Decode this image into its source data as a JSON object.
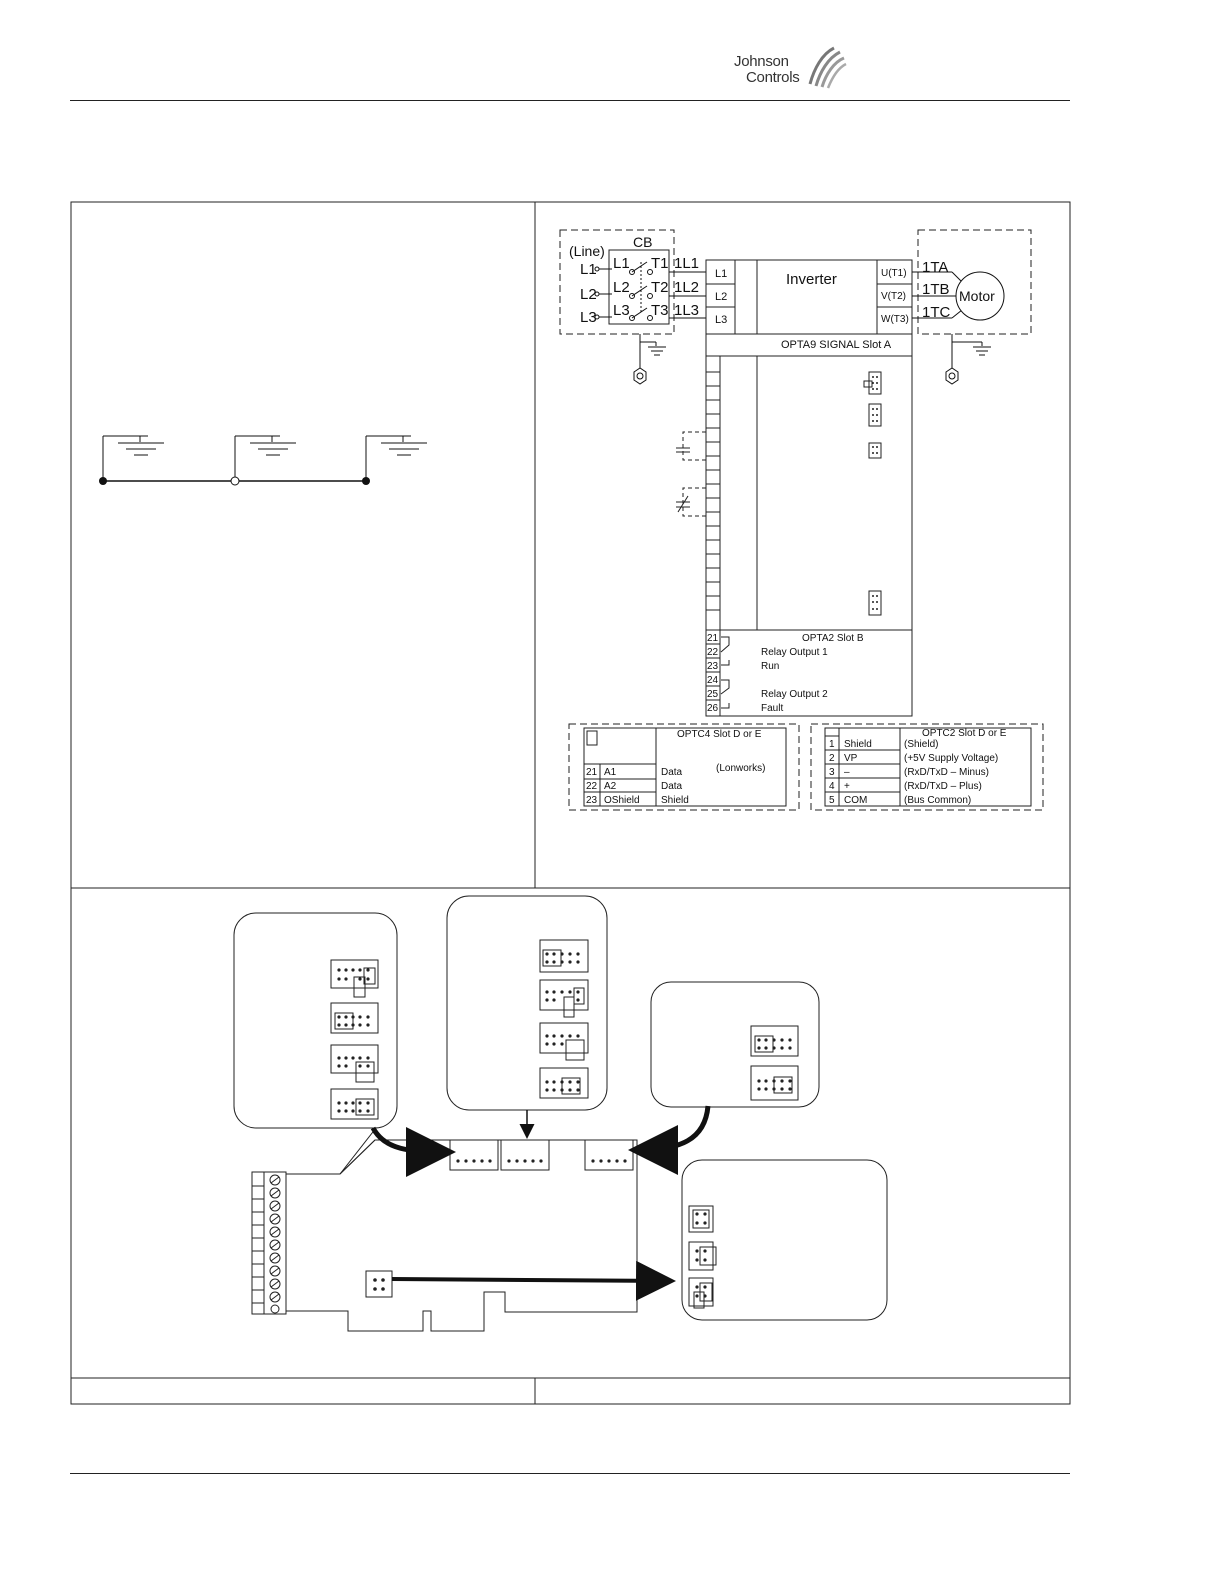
{
  "header": {
    "brand_line1": "Johnson",
    "brand_line2": "Controls"
  },
  "wiring": {
    "line_label": "(Line)",
    "cb_label": "CB",
    "line_terminals": [
      "L1",
      "L2",
      "L3"
    ],
    "cb_inputs": [
      "L1",
      "L2",
      "L3"
    ],
    "cb_outputs": [
      "T1",
      "T2",
      "T3"
    ],
    "load_wires": [
      "1L1",
      "1L2",
      "1L3"
    ],
    "inverter_inputs": [
      "L1",
      "L2",
      "L3"
    ],
    "inverter_label": "Inverter",
    "inverter_outputs": [
      "U(T1)",
      "V(T2)",
      "W(T3)"
    ],
    "motor_wires": [
      "1TA",
      "1TB",
      "1TC"
    ],
    "motor_label": "Motor",
    "opta9_label": "OPTA9 SIGNAL Slot A",
    "opta2": {
      "title": "OPTA2 Slot B",
      "terminals": [
        "21",
        "22",
        "23",
        "24",
        "25",
        "26"
      ],
      "relay1": "Relay Output 1",
      "run": "Run",
      "relay2": "Relay Output 2",
      "fault": "Fault"
    },
    "optc4": {
      "title": "OPTC4 Slot D or E",
      "protocol": "(Lonworks)",
      "rows": [
        {
          "num": "21",
          "name": "A1",
          "func": "Data"
        },
        {
          "num": "22",
          "name": "A2",
          "func": "Data"
        },
        {
          "num": "23",
          "name": "OShield",
          "func": "Shield"
        }
      ]
    },
    "optc2": {
      "title": "OPTC2 Slot D or E",
      "rows": [
        {
          "num": "1",
          "name": "Shield",
          "desc": "(Shield)"
        },
        {
          "num": "2",
          "name": "VP",
          "desc": "(+5V Supply Voltage)"
        },
        {
          "num": "3",
          "name": "–",
          "desc": "(RxD/TxD – Minus)"
        },
        {
          "num": "4",
          "name": "+",
          "desc": "(RxD/TxD – Plus)"
        },
        {
          "num": "5",
          "name": "COM",
          "desc": "(Bus Common)"
        }
      ]
    }
  }
}
